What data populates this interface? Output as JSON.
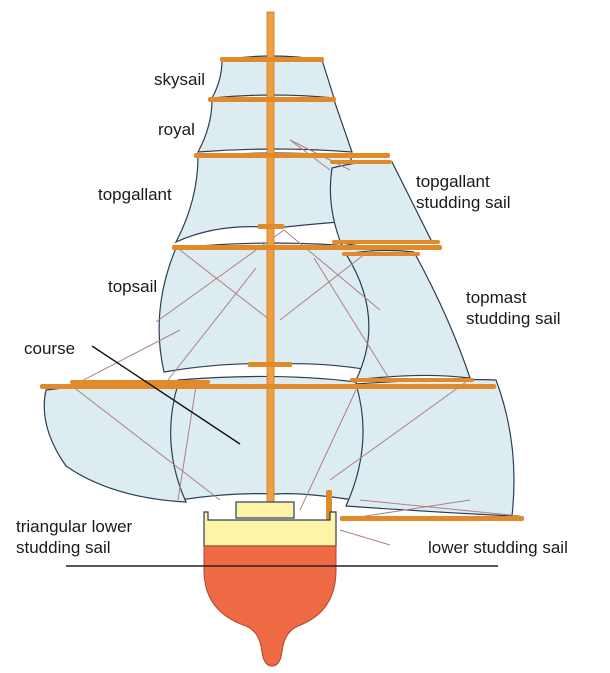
{
  "labels": {
    "skysail": "skysail",
    "royal": "royal",
    "topgallant": "topgallant",
    "topgallant_studding_sail": "topgallant\nstudding sail",
    "topsail": "topsail",
    "topmast_studding_sail": "topmast\nstudding sail",
    "course": "course",
    "triangular_lower_studding_sail": "triangular lower\nstudding sail",
    "lower_studding_sail": "lower studding sail"
  },
  "colors": {
    "sail_fill": "#dcecf1",
    "sail_edge": "#2d3d57",
    "spar": "#e08a2a",
    "mast": "#f0a040",
    "rigging": "#b08080",
    "hull_upper": "#fdf4a8",
    "hull_lower": "#ee6a45",
    "waterline": "#222222"
  }
}
